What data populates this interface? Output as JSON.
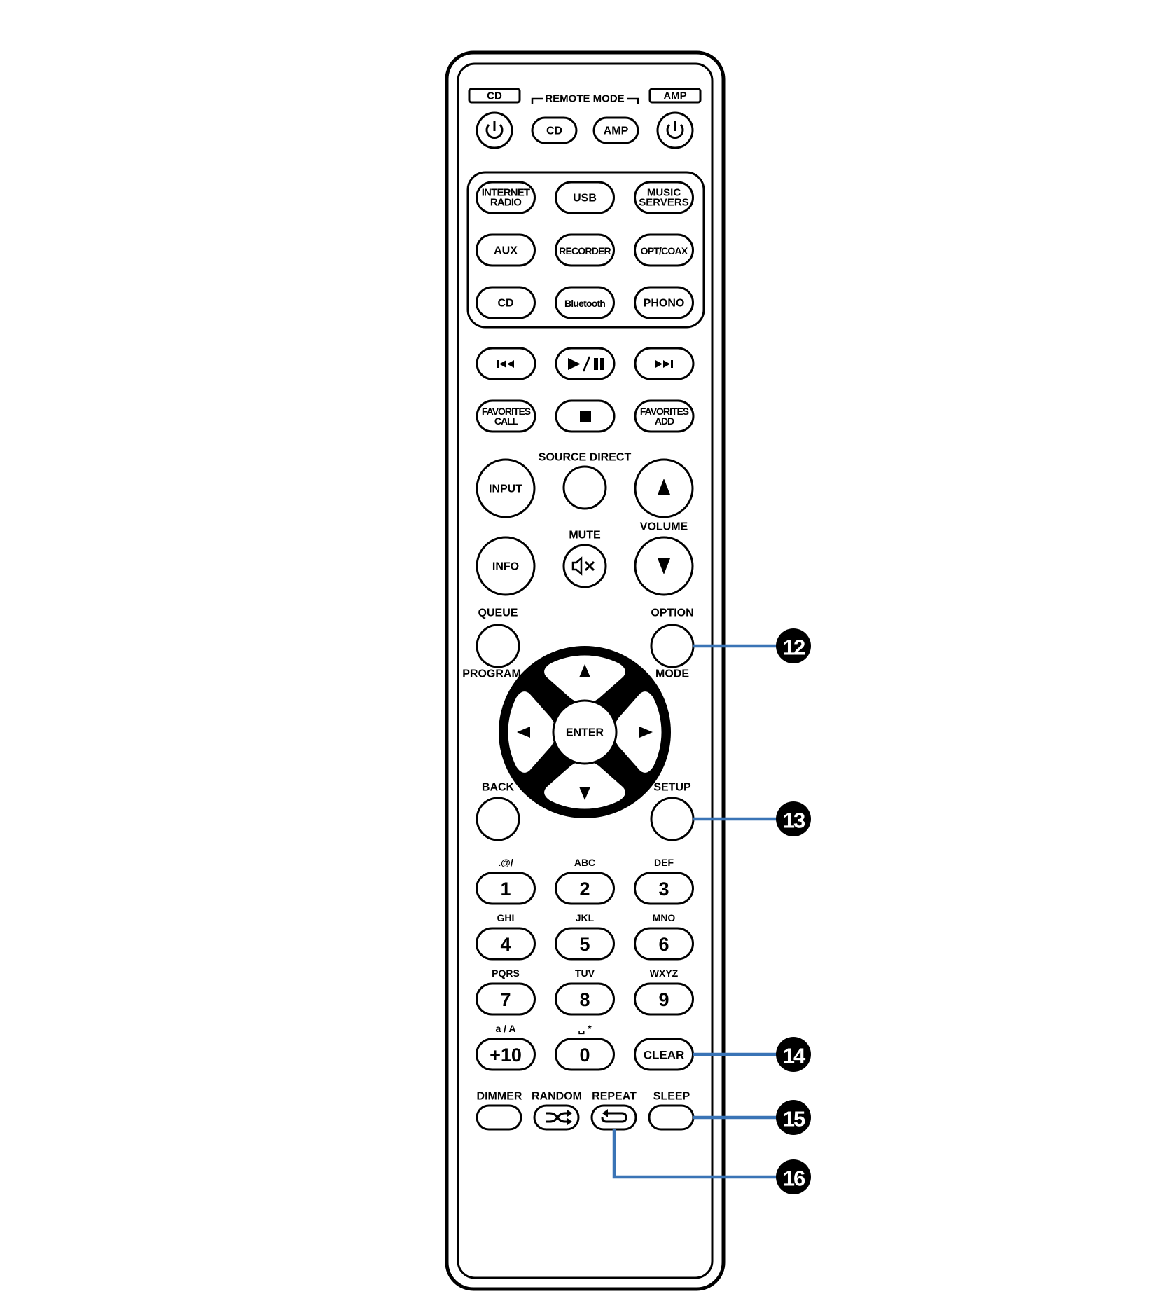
{
  "remote_mode": {
    "cd_tag": "CD",
    "title": "REMOTE MODE",
    "amp_tag": "AMP",
    "cd_button": "CD",
    "amp_button": "AMP",
    "power_icon": "power-icon"
  },
  "sources": [
    [
      "INTERNET",
      "RADIO"
    ],
    [
      "USB"
    ],
    [
      "MUSIC",
      "SERVERS"
    ],
    [
      "AUX"
    ],
    [
      "RECORDER"
    ],
    [
      "OPT/COAX"
    ],
    [
      "CD"
    ],
    [
      "Bluetooth"
    ],
    [
      "PHONO"
    ]
  ],
  "transport": {
    "prev_icon": "skip-back-icon",
    "play_pause": "►/❚❚",
    "next_icon": "skip-forward-icon",
    "favorites_call": [
      "FAVORITES",
      "CALL"
    ],
    "stop_icon": "stop-icon",
    "favorites_add": [
      "FAVORITES",
      "ADD"
    ]
  },
  "controls": {
    "input": "INPUT",
    "source_direct": "SOURCE DIRECT",
    "volume": "VOLUME",
    "info": "INFO",
    "mute": "MUTE",
    "queue": "QUEUE",
    "program": "PROGRAM",
    "option": "OPTION",
    "mode": "MODE",
    "enter": "ENTER",
    "back": "BACK",
    "setup": "SETUP"
  },
  "numpad": [
    {
      "sub": ".@/",
      "main": "1"
    },
    {
      "sub": "ABC",
      "main": "2"
    },
    {
      "sub": "DEF",
      "main": "3"
    },
    {
      "sub": "GHI",
      "main": "4"
    },
    {
      "sub": "JKL",
      "main": "5"
    },
    {
      "sub": "MNO",
      "main": "6"
    },
    {
      "sub": "PQRS",
      "main": "7"
    },
    {
      "sub": "TUV",
      "main": "8"
    },
    {
      "sub": "WXYZ",
      "main": "9"
    },
    {
      "sub": "a / A",
      "main": "+10"
    },
    {
      "sub": "␣ *",
      "main": "0"
    },
    {
      "sub": "",
      "main": "CLEAR"
    }
  ],
  "bottom_row": {
    "dimmer": "DIMMER",
    "random": "RANDOM",
    "repeat": "REPEAT",
    "sleep": "SLEEP"
  },
  "callouts": {
    "option": "12",
    "setup": "13",
    "clear": "14",
    "sleep": "15",
    "repeat": "16"
  },
  "colors": {
    "callout_line": "#3a74b6",
    "outline": "#000000",
    "background": "#ffffff"
  }
}
